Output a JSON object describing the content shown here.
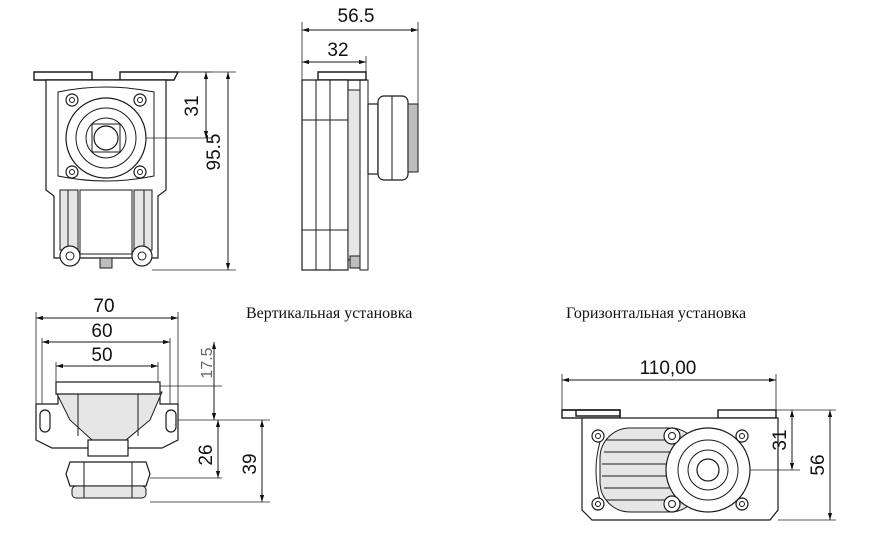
{
  "captions": {
    "vertical": "Вертикальная установка",
    "horizontal": "Горизонтальная установка"
  },
  "dimensions": {
    "side_overall_width": "56.5",
    "side_bracket_width": "32",
    "front_port_height": "31",
    "front_total_height": "95.5",
    "top_width_70": "70",
    "top_width_60": "60",
    "top_width_50": "50",
    "top_height_17_5": "17.5",
    "top_height_26": "26",
    "top_height_39": "39",
    "horiz_length": "110,00",
    "horiz_port_height": "31",
    "horiz_total_height": "56"
  }
}
